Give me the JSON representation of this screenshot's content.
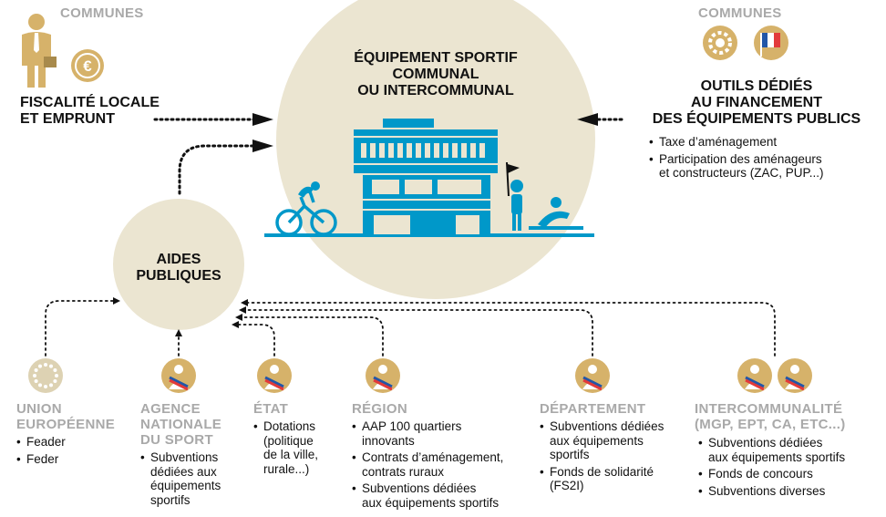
{
  "colors": {
    "circle_fill": "#ebe5d1",
    "building_blue": "#0098c9",
    "icon_gold": "#d6b26a",
    "eu_gold": "#ddd2b3",
    "label_grey": "#a9a9a9",
    "arrow": "#111111",
    "flag_blue": "#2156a8",
    "flag_red": "#e23a3a"
  },
  "center": {
    "title_lines": [
      "ÉQUIPEMENT SPORTIF",
      "COMMUNAL",
      "OU INTERCOMMUNAL"
    ]
  },
  "top_left": {
    "label": "COMMUNES",
    "title_lines": [
      "FISCALITÉ LOCALE",
      "ET EMPRUNT"
    ],
    "icons": [
      "businessman-icon",
      "euro-coin-icon"
    ]
  },
  "top_right": {
    "label": "COMMUNES",
    "title_lines": [
      "OUTILS DÉDIÉS",
      "AU FINANCEMENT",
      "DES ÉQUIPEMENTS PUBLICS"
    ],
    "bullets": [
      [
        "Taxe d’aménagement"
      ],
      [
        "Participation des aménageurs",
        "et constructeurs (ZAC, PUP...)"
      ]
    ],
    "icons": [
      "gear-icon",
      "french-flag-icon"
    ]
  },
  "aides": {
    "title_lines": [
      "AIDES",
      "PUBLIQUES"
    ]
  },
  "sources": [
    {
      "id": "ue",
      "title_lines": [
        "UNION",
        "EUROPÉENNE"
      ],
      "icon": "eu-stars-icon",
      "bullets": [
        [
          "Feader"
        ],
        [
          "Feder"
        ]
      ]
    },
    {
      "id": "ans",
      "title_lines": [
        "AGENCE",
        "NATIONALE",
        "DU SPORT"
      ],
      "icon": "official-sash-icon",
      "bullets": [
        [
          "Subventions",
          "dédiées aux",
          "équipements",
          "sportifs"
        ]
      ]
    },
    {
      "id": "etat",
      "title_lines": [
        "ÉTAT"
      ],
      "icon": "official-sash-icon",
      "bullets": [
        [
          "Dotations",
          "(politique",
          "de la ville,",
          "rurale...)"
        ]
      ]
    },
    {
      "id": "region",
      "title_lines": [
        "RÉGION"
      ],
      "icon": "official-sash-icon",
      "bullets": [
        [
          "AAP 100 quartiers",
          "innovants"
        ],
        [
          "Contrats d’aménagement,",
          "contrats ruraux"
        ],
        [
          "Subventions dédiées",
          "aux équipements sportifs"
        ]
      ]
    },
    {
      "id": "departement",
      "title_lines": [
        "DÉPARTEMENT"
      ],
      "icon": "official-sash-icon",
      "bullets": [
        [
          "Subventions dédiées",
          "aux équipements",
          "sportifs"
        ],
        [
          "Fonds de solidarité",
          "(FS2I)"
        ]
      ]
    },
    {
      "id": "interco",
      "title_lines": [
        "INTERCOMMUNALITÉ",
        "(MGP, EPT, CA, ETC...)"
      ],
      "icon": "official-sash-icon",
      "bullets": [
        [
          "Subventions dédiées",
          "aux équipements sportifs"
        ],
        [
          "Fonds de concours"
        ],
        [
          "Subventions diverses"
        ]
      ]
    }
  ]
}
